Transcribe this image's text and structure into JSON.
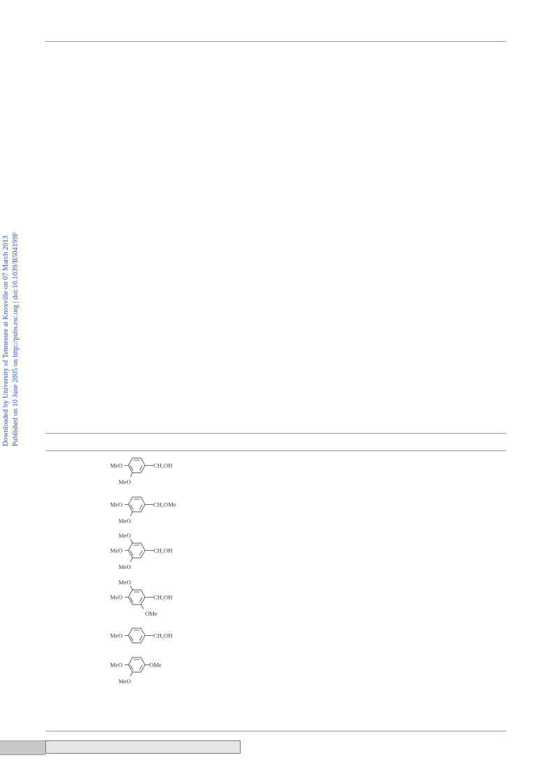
{
  "sidebar": {
    "line1": "Downloaded by University of Tennessee at Knoxville on 07 March 2013",
    "line2": "Published on 10 June 2005 on http://pubs.rsc.org | doi:10.1039/B504199F"
  },
  "structures": [
    {
      "ring_left_1": "MeO",
      "ring_left_2": "MeO",
      "ring_right": "CH₂OH"
    },
    {
      "ring_left_1": "MeO",
      "ring_left_2": "MeO",
      "ring_right": "CH₂OMe"
    },
    {
      "top": "MeO",
      "left": "MeO",
      "bottom": "MeO",
      "right": "CH₂OH"
    },
    {
      "top": "MeO",
      "left": "MeO",
      "bottom": "OMe",
      "right": "CH₂OH"
    },
    {
      "left": "MeO",
      "right": "CH₂OH"
    },
    {
      "left": "MeO",
      "bottom": "MeO",
      "right": "OMe"
    }
  ]
}
